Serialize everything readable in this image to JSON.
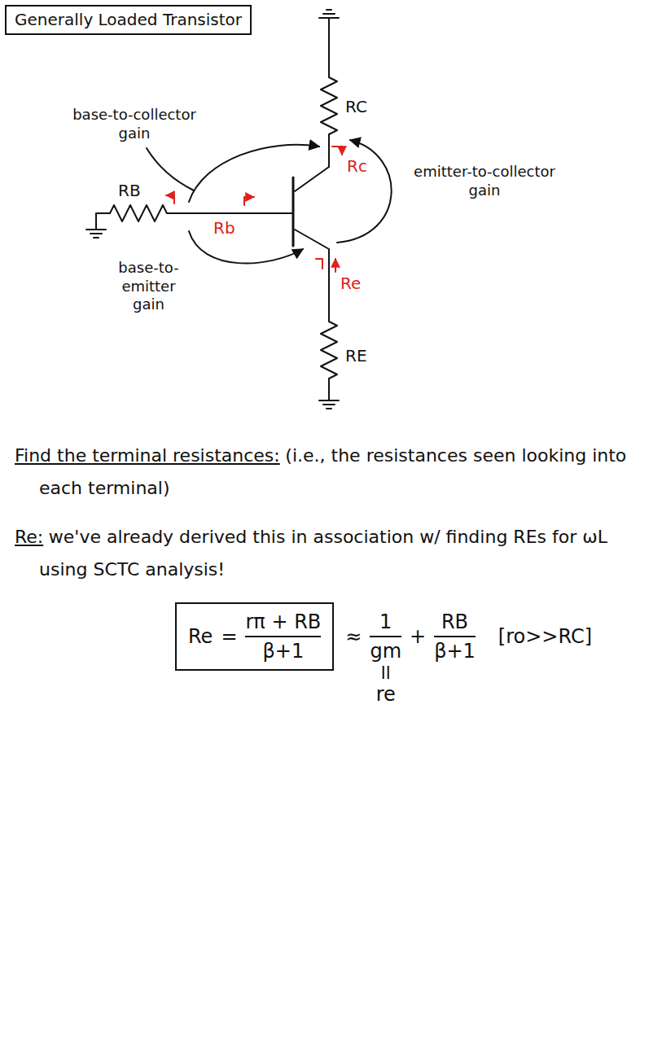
{
  "diagram": {
    "title": "Generally Loaded Transistor",
    "nodes": [
      {
        "text": [
          "Re",
          "=",
          "rπ + RB",
          "β+1"
        ]
      }
    ],
    "labels": [
      "base-to-collector gain",
      "RC",
      "RB",
      "Rc",
      "emitter-to-collector gain",
      "Rb",
      "Re",
      "base-to-emitter gain",
      "RE",
      "Find the terminal resistances:",
      "(i.e., the resistances seen looking into each terminal)",
      "Re:",
      "we've already derived this in association w/ finding REs for ωL using SCTC analysis!",
      "≈",
      "1",
      "gm",
      "+",
      "RB",
      "β+1",
      "[ro>>RC]",
      "re"
    ]
  }
}
